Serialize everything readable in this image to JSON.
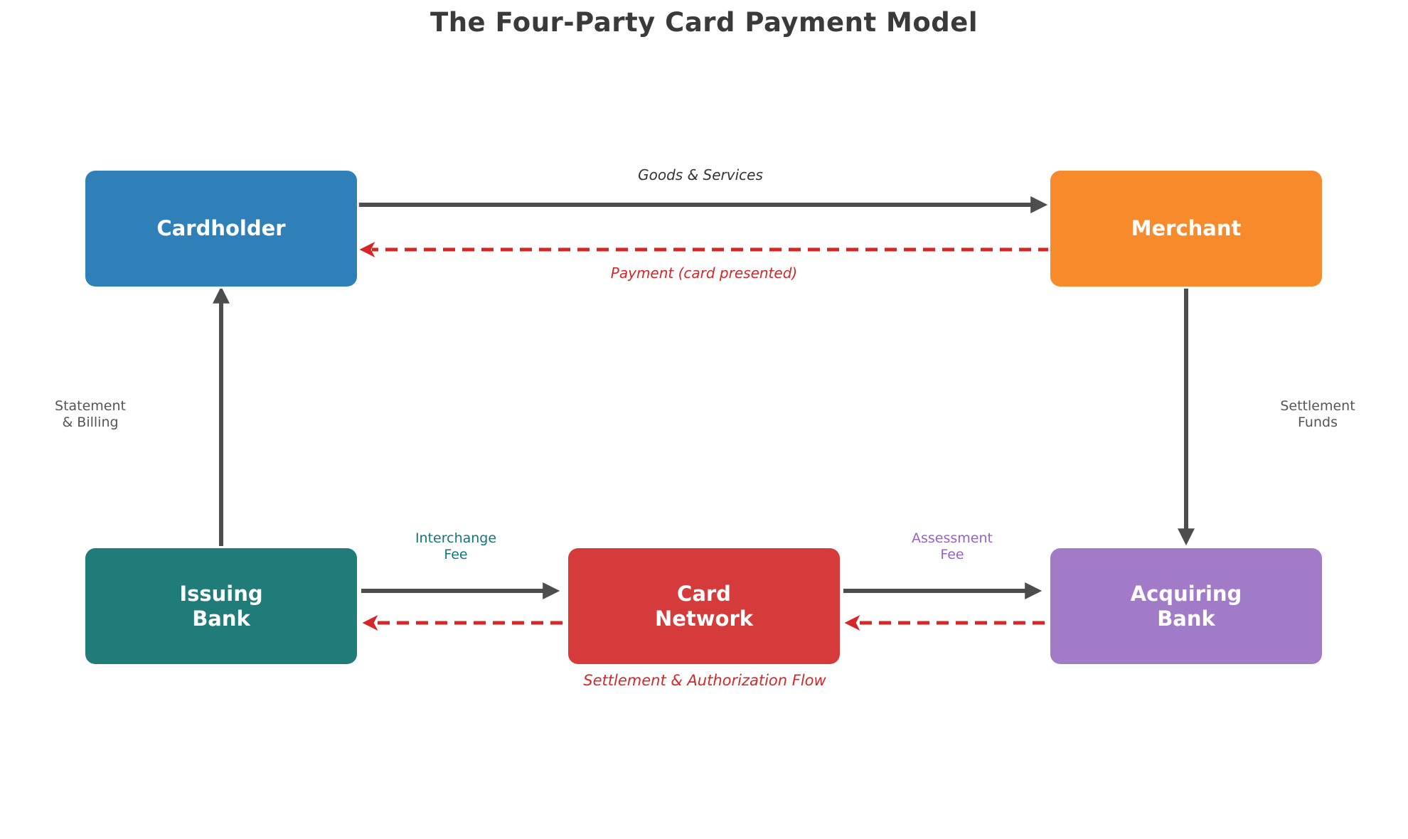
{
  "title": "The Four-Party Card Payment Model",
  "palette": {
    "arrow_gray": "#4D4D4D",
    "flow_red": "#D62728",
    "label_gray": "#555555",
    "title_color": "#3A3A3A",
    "interchange_teal": "#12767B",
    "assessment_purple": "#9760C6"
  },
  "nodes": {
    "cardholder": {
      "label": "Cardholder",
      "color": "#2F80B9"
    },
    "merchant": {
      "label": "Merchant",
      "color": "#F78B2C"
    },
    "issuing_bank": {
      "line1": "Issuing",
      "line2": "Bank",
      "color": "#1F7C78"
    },
    "card_network": {
      "line1": "Card",
      "line2": "Network",
      "color": "#D63B3B"
    },
    "acquiring_bank": {
      "line1": "Acquiring",
      "line2": "Bank",
      "color": "#A27BC8"
    }
  },
  "edges": {
    "goods_services": "Goods & Services",
    "payment": "Payment (card presented)",
    "statement": {
      "line1": "Statement",
      "line2": "& Billing"
    },
    "settlement_funds": {
      "line1": "Settlement",
      "line2": "Funds"
    },
    "interchange_fee": {
      "line1": "Interchange",
      "line2": "Fee"
    },
    "assessment_fee": {
      "line1": "Assessment",
      "line2": "Fee"
    },
    "flow_caption": "Settlement & Authorization Flow"
  }
}
